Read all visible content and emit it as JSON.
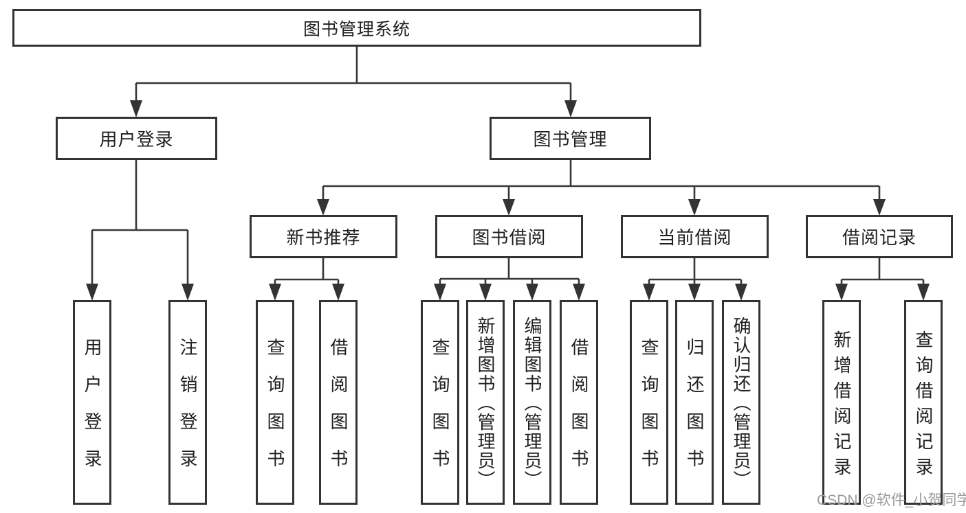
{
  "tree": {
    "label": "图书管理系统",
    "children": [
      {
        "label": "用户登录",
        "children": [
          {
            "label": "用户登录"
          },
          {
            "label": "注销登录"
          }
        ]
      },
      {
        "label": "图书管理",
        "children": [
          {
            "label": "新书推荐",
            "children": [
              {
                "label": "查询图书"
              },
              {
                "label": "借阅图书"
              }
            ]
          },
          {
            "label": "图书借阅",
            "children": [
              {
                "label": "查询图书"
              },
              {
                "label": "新增图书（管理员）"
              },
              {
                "label": "编辑图书（管理员）"
              },
              {
                "label": "借阅图书"
              }
            ]
          },
          {
            "label": "当前借阅",
            "children": [
              {
                "label": "查询图书"
              },
              {
                "label": "归还图书"
              },
              {
                "label": "确认归还（管理员）"
              }
            ]
          },
          {
            "label": "借阅记录",
            "children": [
              {
                "label": "新增借阅记录"
              },
              {
                "label": "查询借阅记录"
              }
            ]
          }
        ]
      }
    ]
  },
  "watermark": {
    "text": "CSDN @软件_小贺同学"
  },
  "colors": {
    "line": "#383838",
    "border": "#333333",
    "text": "#1f1f1f",
    "watermark": "#9c9c9c",
    "background": "#ffffff"
  }
}
